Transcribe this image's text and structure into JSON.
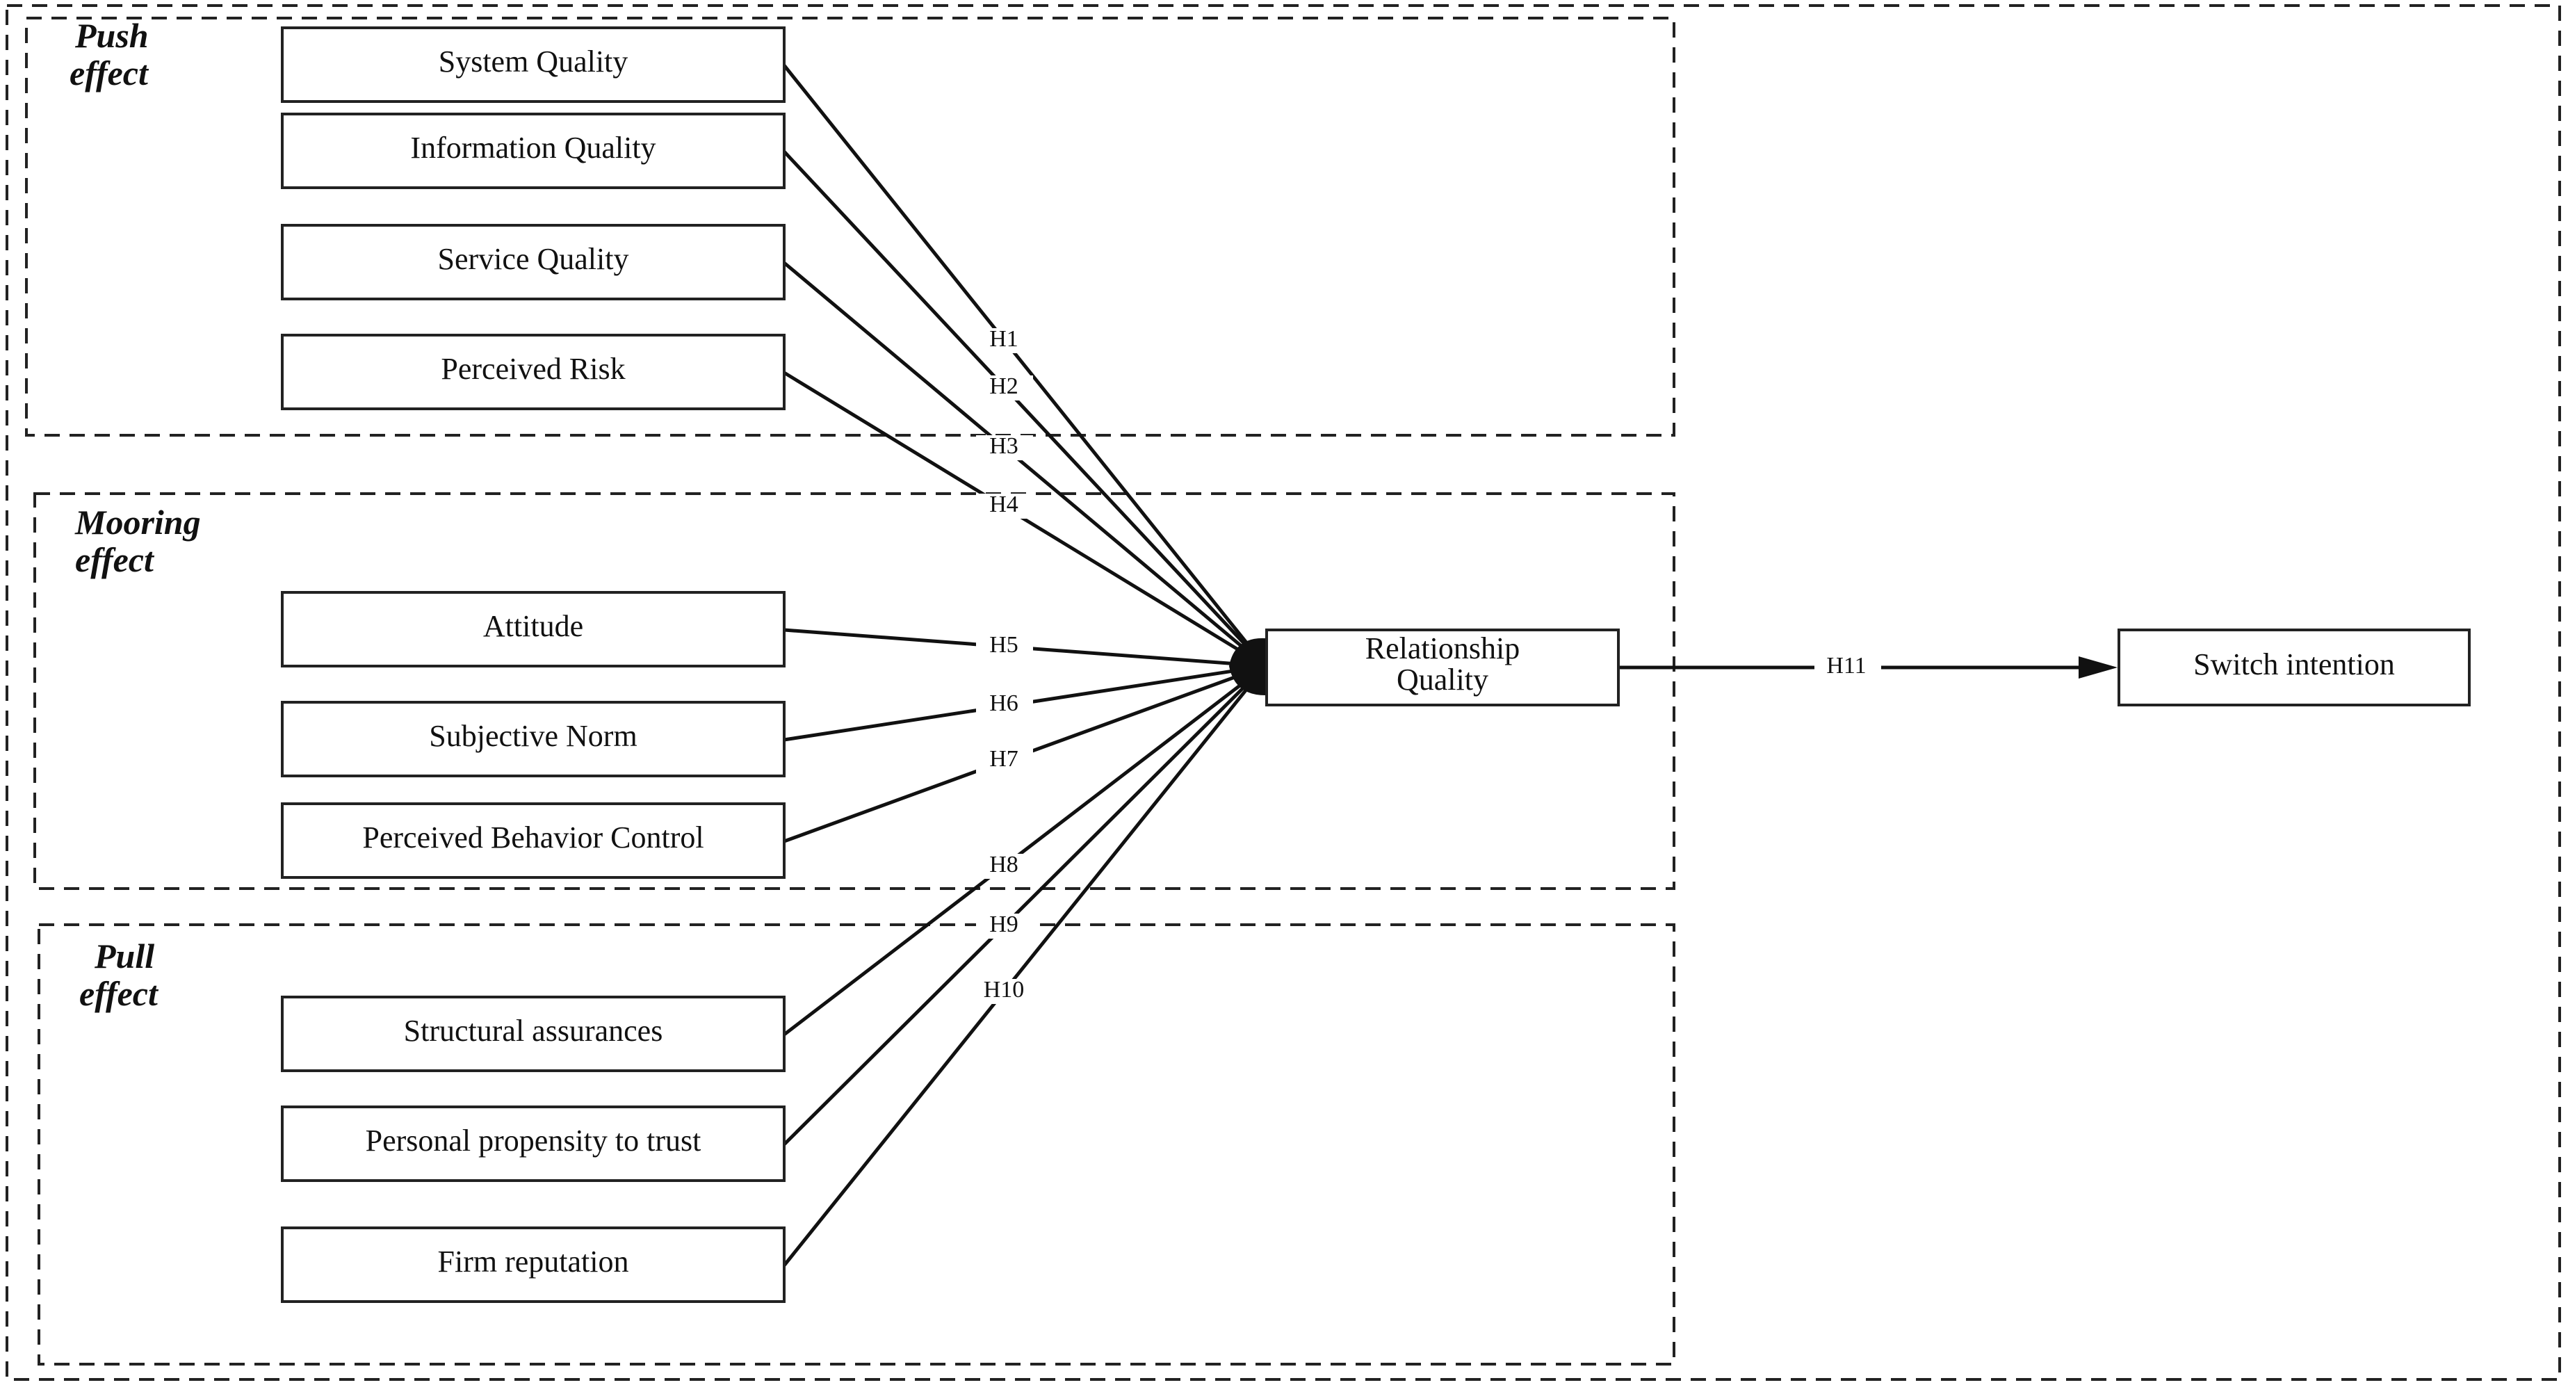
{
  "groups": [
    {
      "id": "push",
      "title_lines": [
        "Push",
        "effect"
      ]
    },
    {
      "id": "mooring",
      "title_lines": [
        "Mooring",
        "effect"
      ]
    },
    {
      "id": "pull",
      "title_lines": [
        "Pull",
        "effect"
      ]
    }
  ],
  "constructs": [
    {
      "id": "system-quality",
      "label": "System Quality"
    },
    {
      "id": "information-quality",
      "label": "Information Quality"
    },
    {
      "id": "service-quality",
      "label": "Service Quality"
    },
    {
      "id": "perceived-risk",
      "label": "Perceived Risk"
    },
    {
      "id": "attitude",
      "label": "Attitude"
    },
    {
      "id": "subjective-norm",
      "label": "Subjective Norm"
    },
    {
      "id": "perceived-behavior-control",
      "label": "Perceived Behavior Control"
    },
    {
      "id": "structural-assurances",
      "label": "Structural assurances"
    },
    {
      "id": "personal-propensity-to-trust",
      "label": "Personal propensity to trust"
    },
    {
      "id": "firm-reputation",
      "label": "Firm reputation"
    }
  ],
  "mediator": {
    "id": "relationship-quality",
    "label_lines": [
      "Relationship",
      "Quality"
    ]
  },
  "outcome": {
    "id": "switch-intention",
    "label": "Switch intention"
  },
  "hypotheses": [
    "H1",
    "H2",
    "H3",
    "H4",
    "H5",
    "H6",
    "H7",
    "H8",
    "H9",
    "H10",
    "H11"
  ]
}
